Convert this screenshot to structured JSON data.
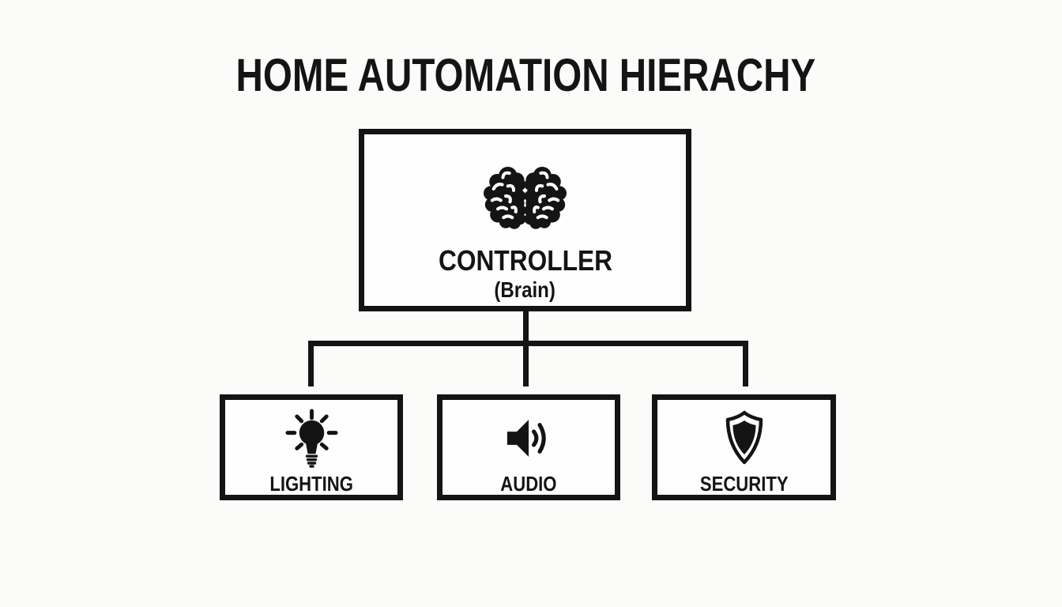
{
  "title": "HOME AUTOMATION HIERACHY",
  "colors": {
    "ink": "#141414",
    "background": "#fbfbf9",
    "box_fill": "#fefefe"
  },
  "nodes": {
    "controller": {
      "label": "CONTROLLER",
      "sublabel": "(Brain)",
      "icon": "brain-icon"
    },
    "children": [
      {
        "label": "LIGHTING",
        "icon": "lightbulb-icon"
      },
      {
        "label": "AUDIO",
        "icon": "speaker-icon"
      },
      {
        "label": "SECURITY",
        "icon": "shield-icon"
      }
    ]
  }
}
